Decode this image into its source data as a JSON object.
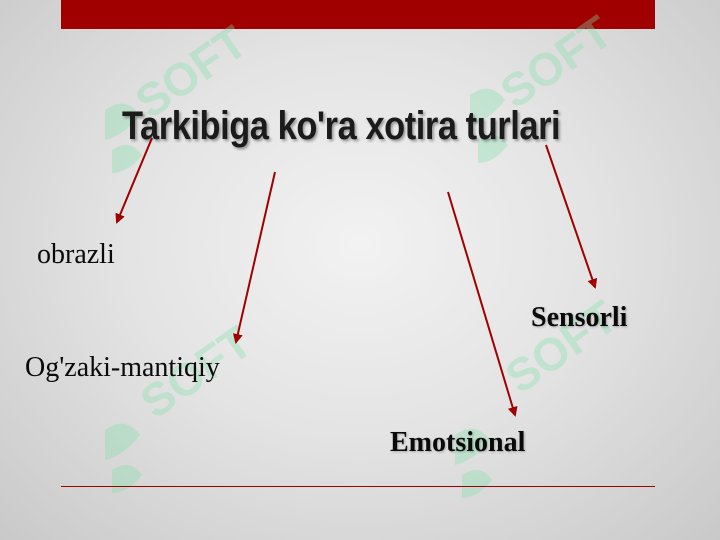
{
  "slide": {
    "title": "Tarkibiga ko'ra xotira turlari",
    "accent_color": "#a00000",
    "watermark_color": "#7fe0a8"
  },
  "labels": {
    "obrazli": "obrazli",
    "ogzaki": "Og'zaki-mantiqiy",
    "emotsional": "Emotsional",
    "sensorli": "Sensorli"
  },
  "watermark": {
    "text": "SOFT",
    "icon": "leaf-logo-icon"
  }
}
